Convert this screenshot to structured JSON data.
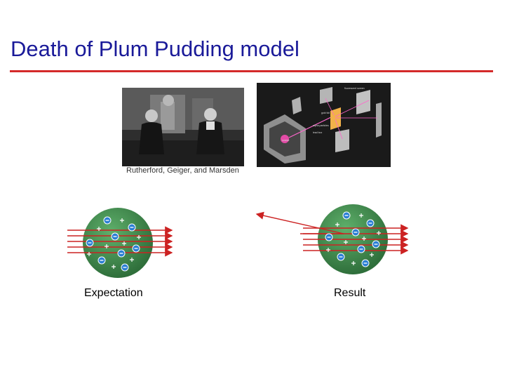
{
  "slide": {
    "title": "Death of Plum Pudding model",
    "caption": "Rutherford, Geiger, and Marsden",
    "labels": {
      "expectation": "Expectation",
      "result": "Result"
    }
  },
  "colors": {
    "title": "#1a1a99",
    "rule": "#d42a2a",
    "atom_fill": "#3f8f4d",
    "ray": "#cc2222",
    "electron": "#2b7fd4",
    "proton": "#ffffff"
  },
  "diagram_labels": {
    "ann1": "fluorescent screen",
    "ann2": "gold foil",
    "ann3": "alpha particles",
    "ann4": "lead box",
    "ann5": "source"
  }
}
